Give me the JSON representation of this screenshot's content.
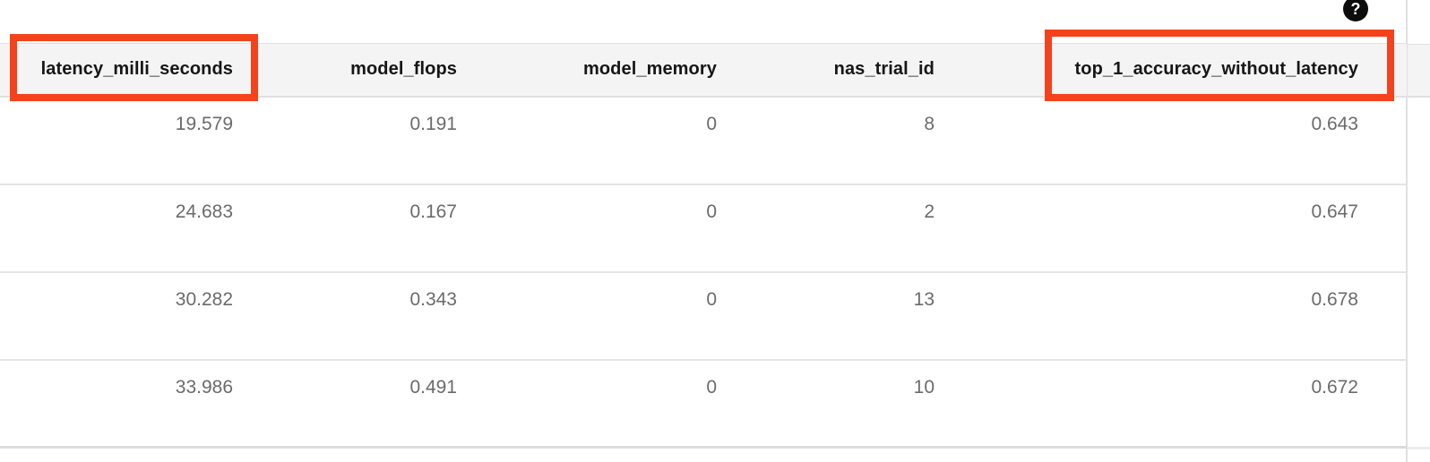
{
  "colors": {
    "highlight": "#f4431c",
    "header_background": "#f4f4f4",
    "header_text": "#161616",
    "cell_text": "#6b6b6b",
    "border": "#e0e0e0",
    "help_icon_background": "#0c0c0c"
  },
  "help": {
    "glyph": "?"
  },
  "table": {
    "columns": [
      {
        "label": "latency_milli_seconds",
        "highlighted": true
      },
      {
        "label": "model_flops",
        "highlighted": false
      },
      {
        "label": "model_memory",
        "highlighted": false
      },
      {
        "label": "nas_trial_id",
        "highlighted": false
      },
      {
        "label": "top_1_accuracy_without_latency",
        "highlighted": true
      }
    ],
    "rows": [
      [
        "19.579",
        "0.191",
        "0",
        "8",
        "0.643"
      ],
      [
        "24.683",
        "0.167",
        "0",
        "2",
        "0.647"
      ],
      [
        "30.282",
        "0.343",
        "0",
        "13",
        "0.678"
      ],
      [
        "33.986",
        "0.491",
        "0",
        "10",
        "0.672"
      ]
    ]
  }
}
